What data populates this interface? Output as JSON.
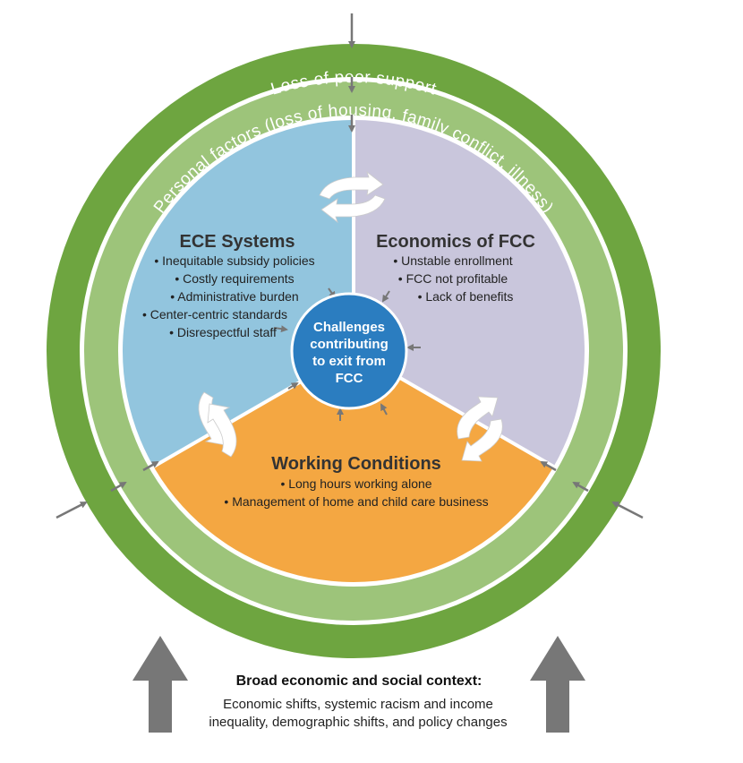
{
  "outer_ring": {
    "label": "Loss of peer support"
  },
  "inner_ring": {
    "label": "Personal factors (loss of housing, family conflict, illness)"
  },
  "center": {
    "lines": [
      "Challenges",
      "contributing",
      "to exit from",
      "FCC"
    ]
  },
  "sectors": {
    "ece": {
      "title": "ECE Systems",
      "items": [
        "• Inequitable subsidy policies",
        "• Costly requirements",
        "• Administrative burden",
        "• Center-centric standards",
        "• Disrespectful staff"
      ]
    },
    "econ": {
      "title": "Economics of FCC",
      "items": [
        "• Unstable enrollment",
        "• FCC not profitable",
        "• Lack of benefits"
      ]
    },
    "work": {
      "title": "Working Conditions",
      "items": [
        "• Long hours working alone",
        "• Management of home and child care business"
      ]
    }
  },
  "context": {
    "title": "Broad economic and social context:",
    "lines": [
      "Economic shifts, systemic racism and income",
      "inequality, demographic shifts, and policy changes"
    ]
  },
  "colors": {
    "outer_ring": "#6ea540",
    "inner_ring": "#9dc47a",
    "ece": "#92c5de",
    "econ": "#c9c6dc",
    "work": "#f4a742",
    "center": "#2b7dc0",
    "arrow": "#777777"
  }
}
